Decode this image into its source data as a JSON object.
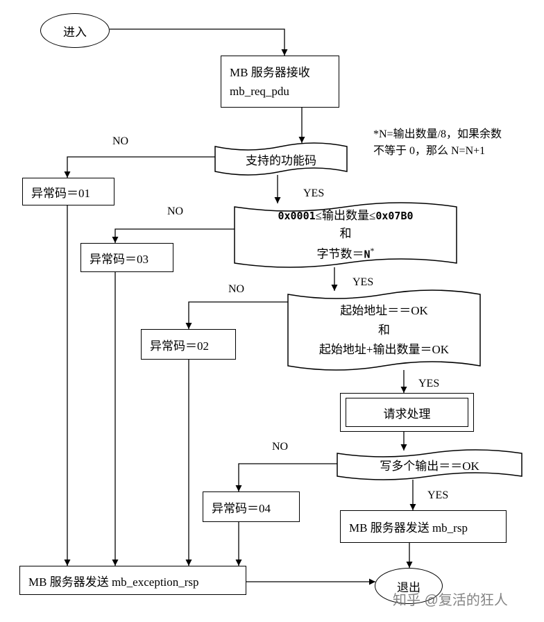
{
  "diagram": {
    "start": "进入",
    "receive": {
      "line1": "MB 服务器接收",
      "line2": "mb_req_pdu"
    },
    "note": {
      "line1": "*N=输出数量/8，如果余数",
      "line2": "不等于 0，那么 N=N+1"
    },
    "check_function_code": "支持的功能码",
    "check_quantity": {
      "min": "0x0001",
      "condition": "≤输出数量≤",
      "max": "0x07B0",
      "conjunction": "和",
      "byte_count": "字节数＝",
      "byte_count_value": "N",
      "byte_count_mark": "*"
    },
    "check_address": {
      "line1": "起始地址＝＝OK",
      "conjunction": "和",
      "line2": "起始地址+输出数量＝OK"
    },
    "process_request": "请求处理",
    "check_write": "写多个输出＝＝OK",
    "send_response": "MB 服务器发送 mb_rsp",
    "send_exception": "MB 服务器发送 mb_exception_rsp",
    "end": "退出",
    "exception_codes": {
      "err_01": "异常码＝01",
      "err_03": "异常码＝03",
      "err_02": "异常码＝02",
      "err_04": "异常码＝04"
    },
    "branch_labels": {
      "no": "NO",
      "yes": "YES"
    }
  },
  "watermark": "知乎 @复活的狂人"
}
